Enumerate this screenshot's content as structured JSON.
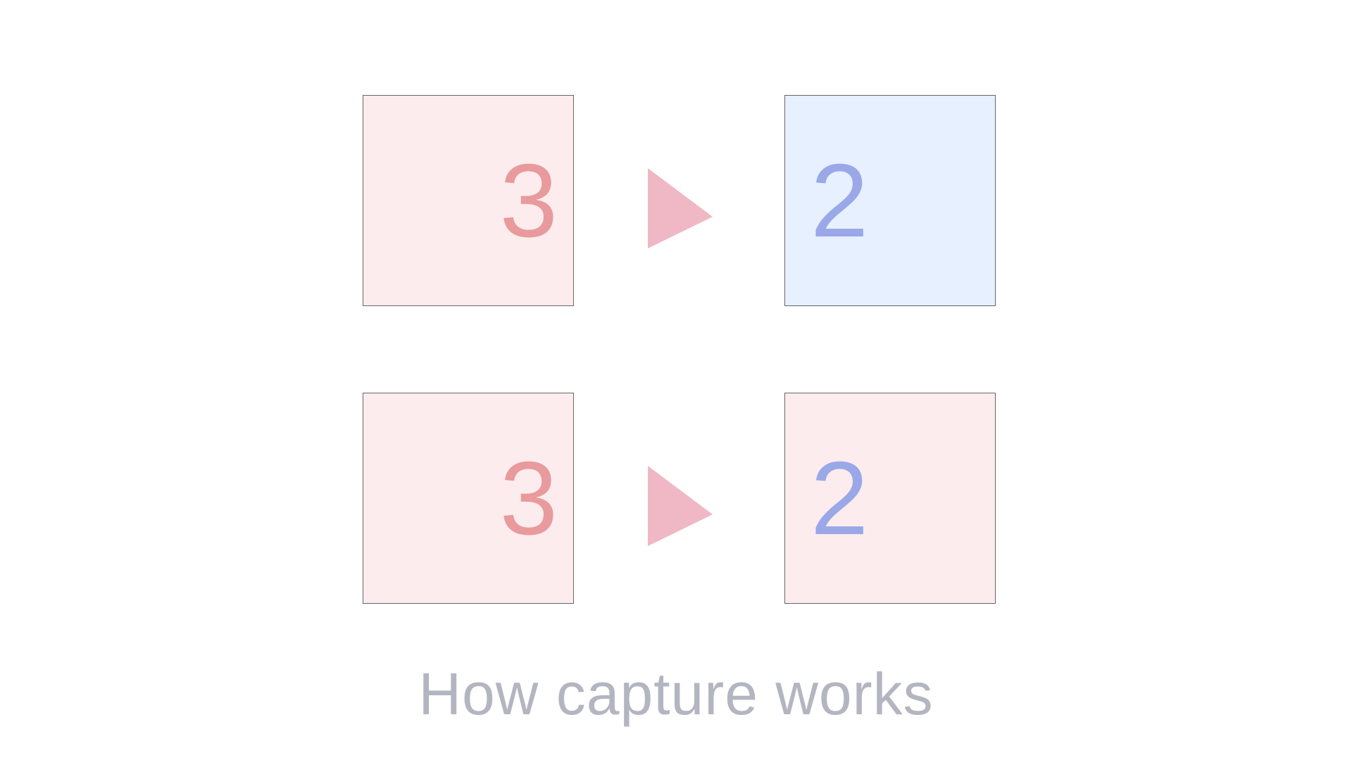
{
  "colors": {
    "red_fill": "#fdeced",
    "blue_fill": "#e6f0fe",
    "red_digit": "#e89a9c",
    "blue_digit": "#9aa8e8",
    "arrow": "#efb8c4",
    "caption": "#b3b5c0"
  },
  "rows": [
    {
      "source": {
        "value": "3",
        "fill": "red",
        "digit_color": "red"
      },
      "arrow_icon": "triangle-right-icon",
      "target": {
        "value": "2",
        "fill": "blue",
        "digit_color": "blue"
      }
    },
    {
      "source": {
        "value": "3",
        "fill": "red",
        "digit_color": "red"
      },
      "arrow_icon": "triangle-right-icon",
      "target": {
        "value": "2",
        "fill": "red",
        "digit_color": "blue"
      }
    }
  ],
  "caption": "How capture works"
}
